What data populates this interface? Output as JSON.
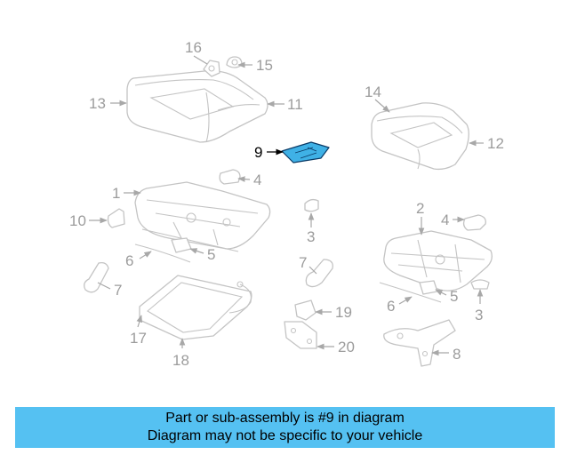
{
  "diagram": {
    "highlight_color": "#3fb1e6",
    "callouts": [
      {
        "id": "c16",
        "label": "16"
      },
      {
        "id": "c15",
        "label": "15"
      },
      {
        "id": "c13",
        "label": "13"
      },
      {
        "id": "c11",
        "label": "11"
      },
      {
        "id": "c14",
        "label": "14"
      },
      {
        "id": "c12",
        "label": "12"
      },
      {
        "id": "c9",
        "label": "9",
        "highlighted": true
      },
      {
        "id": "c4a",
        "label": "4"
      },
      {
        "id": "c1",
        "label": "1"
      },
      {
        "id": "c10",
        "label": "10"
      },
      {
        "id": "c5a",
        "label": "5"
      },
      {
        "id": "c6a",
        "label": "6"
      },
      {
        "id": "c7a",
        "label": "7"
      },
      {
        "id": "c17",
        "label": "17"
      },
      {
        "id": "c18",
        "label": "18"
      },
      {
        "id": "c3a",
        "label": "3"
      },
      {
        "id": "c7b",
        "label": "7"
      },
      {
        "id": "c19",
        "label": "19"
      },
      {
        "id": "c20",
        "label": "20"
      },
      {
        "id": "c2",
        "label": "2"
      },
      {
        "id": "c4b",
        "label": "4"
      },
      {
        "id": "c5b",
        "label": "5"
      },
      {
        "id": "c6b",
        "label": "6"
      },
      {
        "id": "c3b",
        "label": "3"
      },
      {
        "id": "c8",
        "label": "8"
      }
    ]
  },
  "banner": {
    "background": "#55c1f2",
    "line1": "Part or sub-assembly is #9 in diagram",
    "line2": "Diagram may not be specific to your vehicle"
  }
}
